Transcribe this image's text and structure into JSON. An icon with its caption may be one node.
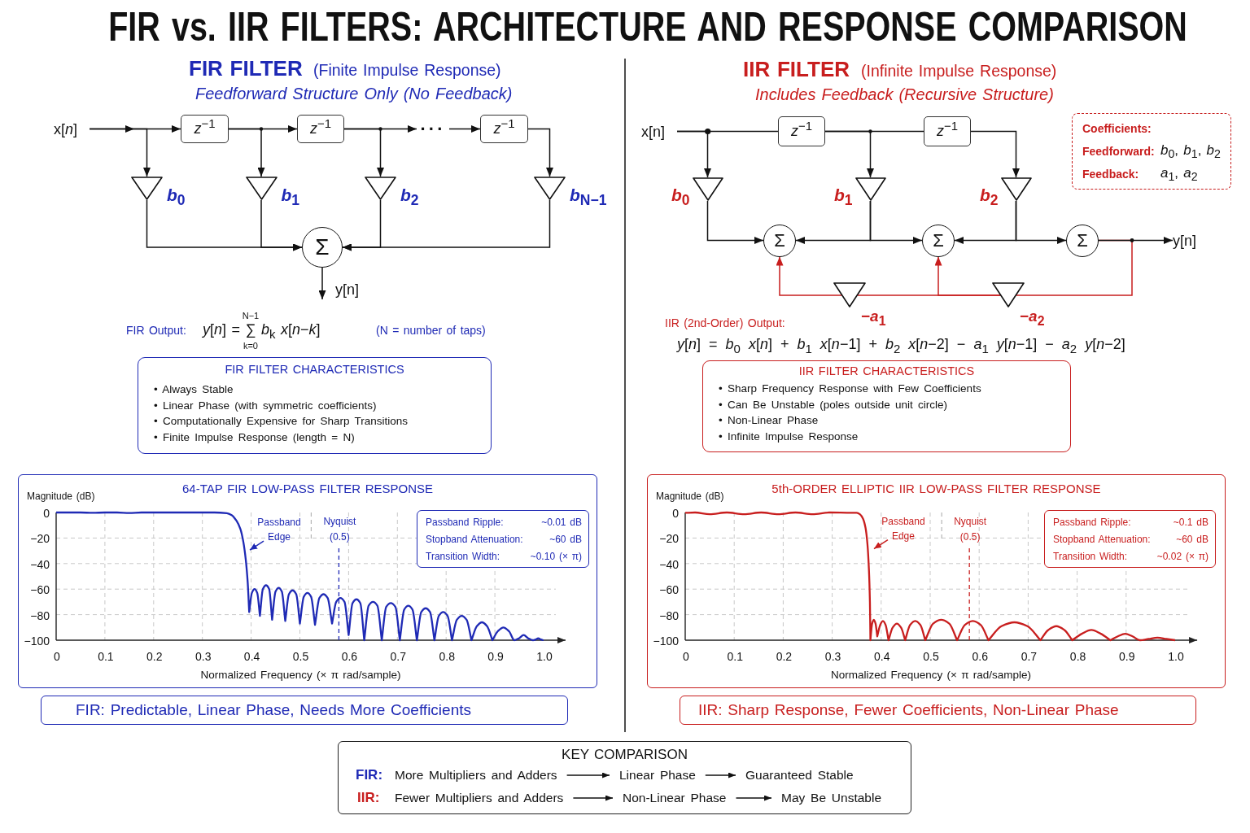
{
  "diagram": {
    "title": "FIR vs. IIR FILTERS: ARCHITECTURE AND RESPONSE COMPARISON",
    "nodes": [
      {
        "text": [
          "x[*n*]"
        ]
      },
      {
        "text": [
          "*z*$^{−1}$"
        ]
      },
      {
        "text": [
          "*z*$^{−1}$"
        ]
      },
      {
        "text": [
          "···"
        ]
      },
      {
        "text": [
          "*z*$^{−1}$"
        ]
      },
      {
        "text": [],
        "shape": "triangle",
        "beside": [
          "*b*$_{0}$"
        ]
      },
      {
        "text": [],
        "shape": "triangle",
        "beside": [
          "*b*$_{1}$"
        ]
      },
      {
        "text": [],
        "shape": "triangle",
        "beside": [
          "*b*$_{2}$"
        ]
      },
      {
        "text": [],
        "shape": "triangle",
        "beside": [
          "*b*$_{N−1}$"
        ]
      },
      {
        "text": [
          "Σ"
        ]
      },
      {
        "text": [
          "y[n]"
        ]
      },
      {
        "text": [
          "FIR FILTER CHARACTERISTICS",
          "• Always Stable",
          "• Linear Phase (with symmetric coefficients)",
          "• Computationally Expensive for Sharp Transitions",
          "• Finite Impulse Response (length = N)"
        ]
      },
      {
        "text": [
          "Passband Ripple:",
          "~0.01 dB",
          "Stopband Attenuation:",
          "~60 dB",
          "Transition Width:",
          "~0.10 (× π)"
        ]
      },
      {
        "text": [
          "FIR: Predictable, Linear Phase, Needs More Coefficients"
        ]
      },
      {
        "text": [
          "x[n]"
        ]
      },
      {
        "text": [
          "*z*$^{−1}$"
        ]
      },
      {
        "text": [
          "*z*$^{−1}$"
        ]
      },
      {
        "text": [
          "Coefficients:",
          "Feedforward:",
          "*b*$_{0}$, *b*$_{1}$, *b*$_{2}$",
          "Feedback:",
          "*a*$_{1}$, *a*$_{2}$"
        ]
      },
      {
        "text": [],
        "shape": "triangle",
        "beside": [
          "*b*$_{0}$"
        ]
      },
      {
        "text": [],
        "shape": "triangle",
        "beside": [
          "*b*$_{1}$"
        ]
      },
      {
        "text": [],
        "shape": "triangle",
        "beside": [
          "*b*$_{2}$"
        ]
      },
      {
        "text": [
          "Σ"
        ]
      },
      {
        "text": [
          "Σ"
        ]
      },
      {
        "text": [
          "Σ"
        ]
      },
      {
        "text": [
          "y[n]"
        ]
      },
      {
        "text": [],
        "shape": "triangle",
        "beside": [
          "−*a*$_{1}$"
        ]
      },
      {
        "text": [],
        "shape": "triangle",
        "beside": [
          "−*a*$_{2}$"
        ]
      },
      {
        "text": [
          "IIR FILTER CHARACTERISTICS",
          "• Sharp Frequency Response with Few Coefficients",
          "• Can Be Unstable (poles outside unit circle)",
          "• Non-Linear Phase",
          "• Infinite Impulse Response"
        ]
      },
      {
        "text": [
          "Passband Ripple:",
          "~0.1 dB",
          "Stopband Attenuation:",
          "~60 dB",
          "Transition Width:",
          "~0.02 (× π)"
        ]
      },
      {
        "text": [
          "IIR: Sharp Response, Fewer Coefficients, Non-Linear Phase"
        ]
      },
      {
        "text": [
          "KEY COMPARISON",
          "FIR:",
          "IIR:"
        ]
      },
      {
        "text": [
          "More Multipliers and Adders"
        ],
        "in": 30
      },
      {
        "text": [
          "Linear Phase"
        ],
        "in": 30
      },
      {
        "text": [
          "Guaranteed Stable"
        ],
        "in": 30
      },
      {
        "text": [
          "Fewer Multipliers and Adders"
        ],
        "in": 30
      },
      {
        "text": [
          "Non-Linear Phase"
        ],
        "in": 30
      },
      {
        "text": [
          "May Be Unstable"
        ],
        "in": 30
      }
    ],
    "edges": [
      {
        "from": 0,
        "to": 1,
        "arrow": "to"
      },
      {
        "from": 0,
        "to": 5,
        "arrow": "to"
      },
      {
        "from": 1,
        "to": 2,
        "arrow": "to"
      },
      {
        "from": 1,
        "to": 6,
        "arrow": "to"
      },
      {
        "from": 2,
        "to": 3,
        "arrow": "to"
      },
      {
        "from": 2,
        "to": 7,
        "arrow": "to"
      },
      {
        "from": 3,
        "to": 4,
        "arrow": "to"
      },
      {
        "from": 4,
        "to": 8,
        "arrow": "to"
      },
      {
        "from": 5,
        "to": 9,
        "arrow": "to"
      },
      {
        "from": 6,
        "to": 9,
        "arrow": "to"
      },
      {
        "from": 7,
        "to": 9,
        "arrow": "to"
      },
      {
        "from": 8,
        "to": 9,
        "arrow": "to"
      },
      {
        "from": 9,
        "to": 10,
        "arrow": "to"
      },
      {
        "from": 14,
        "to": 15,
        "arrow": "none"
      },
      {
        "from": 14,
        "to": 18,
        "arrow": "to"
      },
      {
        "from": 15,
        "to": 16,
        "arrow": "none"
      },
      {
        "from": 15,
        "to": 19,
        "arrow": "to"
      },
      {
        "from": 16,
        "to": 20,
        "arrow": "to"
      },
      {
        "from": 18,
        "to": 21,
        "arrow": "to"
      },
      {
        "from": 19,
        "to": 21,
        "arrow": "to"
      },
      {
        "from": 19,
        "to": 22,
        "arrow": "to"
      },
      {
        "from": 20,
        "to": 22,
        "arrow": "to"
      },
      {
        "from": 20,
        "to": 23,
        "arrow": "to"
      },
      {
        "from": 23,
        "to": 24,
        "arrow": "to"
      },
      {
        "from": 23,
        "to": 26,
        "arrow": "none",
        "color": "#c81e1e"
      },
      {
        "from": 26,
        "to": 22,
        "arrow": "to",
        "color": "#c81e1e"
      },
      {
        "from": 26,
        "to": 25,
        "arrow": "none",
        "color": "#c81e1e"
      },
      {
        "from": 25,
        "to": 21,
        "arrow": "to",
        "color": "#c81e1e"
      },
      {
        "from": 31,
        "to": 32,
        "arrow": "to"
      },
      {
        "from": 32,
        "to": 33,
        "arrow": "to"
      },
      {
        "from": 34,
        "to": 35,
        "arrow": "to"
      },
      {
        "from": 35,
        "to": 36,
        "arrow": "to"
      }
    ],
    "labels": [
      "FIR FILTER",
      "(Finite Impulse Response)",
      "Feedforward Structure Only (No Feedback)",
      "FIR Output:",
      "*y*[*n*] = ∑$^{N−1}$$_{k=0}$ *b*$_{k}$ *x*[*n*−*k*]",
      "(N = number of taps)",
      "IIR FILTER",
      "(Infinite Impulse Response)",
      "Includes Feedback (Recursive Structure)",
      "IIR (2nd-Order) Output:",
      "*y*[*n*] = *b*$_{0}$ *x*[*n*] + *b*$_{1}$ *x*[*n*−1] + *b*$_{2}$ *x*[*n*−2] − *a*$_{1}$ *y*[*n*−1] − *a*$_{2}$ *y*[*n*−2]"
    ],
    "chart_data": [
      {
        "type": "line",
        "title": "64-TAP FIR LOW-PASS FILTER RESPONSE",
        "xlabel": "Normalized Frequency (× π rad/sample)",
        "ylabel": "Magnitude (dB)",
        "grid": true,
        "xlim": [
          0,
          1.045
        ],
        "ylim": [
          -100,
          0
        ],
        "xticks": [
          0,
          0.1,
          0.2,
          0.3,
          0.4,
          0.5,
          0.6,
          0.7,
          0.8,
          0.9,
          {
            "value": 1,
            "label": "1.0"
          }
        ],
        "yticks": [
          0,
          {
            "value": -20,
            "label": "−20"
          },
          {
            "value": -40,
            "label": "−40"
          },
          {
            "value": -60,
            "label": "−60"
          },
          {
            "value": -80,
            "label": "−80"
          },
          {
            "value": -100,
            "label": "−100"
          }
        ],
        "x": [
          0,
          0.025,
          0.05,
          0.075,
          0.1,
          0.125,
          0.15,
          0.175,
          0.2,
          0.225,
          0.25,
          0.275,
          0.3,
          0.325,
          0.35,
          0.36,
          0.37,
          0.378,
          0.384,
          0.389,
          0.393,
          0.396,
          0.4015,
          0.407,
          0.4125,
          0.418,
          0.424,
          0.4305,
          0.437,
          0.443,
          0.45,
          0.4565,
          0.463,
          0.47,
          0.4775,
          0.485,
          0.4925,
          0.5,
          0.508,
          0.5155,
          0.523,
          0.531,
          0.54,
          0.5485,
          0.557,
          0.566,
          0.5745,
          0.583,
          0.5915,
          0.6,
          0.608,
          0.616,
          0.624,
          0.632,
          0.641,
          0.65,
          0.659,
          0.668,
          0.677,
          0.6865,
          0.696,
          0.705,
          0.714,
          0.7225,
          0.731,
          0.74,
          0.749,
          0.758,
          0.767,
          0.776,
          0.785,
          0.794,
          0.803,
          0.812,
          0.822,
          0.832,
          0.842,
          0.852,
          0.863,
          0.8735,
          0.884,
          0.895,
          0.906,
          0.9175,
          0.929,
          0.94,
          0.9495,
          0.959,
          0.9685,
          0.978,
          0.9835,
          0.989,
          0.9945,
          1
        ],
        "series": [
          {
            "color": "#1f2ab5",
            "values": [
              0,
              0,
              0,
              -0.3,
              0,
              0,
              -0.4,
              0,
              0,
              0,
              0,
              0,
              0,
              0,
              -0.5,
              -2,
              -6.5,
              -13,
              -23,
              -37,
              -55,
              -78,
              -63,
              -60,
              -63,
              -81,
              -60,
              -57,
              -60,
              -84,
              -62,
              -59,
              -62,
              -85,
              -64,
              -61,
              -64,
              -87,
              -66,
              -63,
              -66,
              -88,
              -67,
              -64,
              -67,
              -87,
              -70,
              -67,
              -70,
              -96,
              -71,
              -68,
              -71,
              -100,
              -73,
              -70,
              -73,
              -100,
              -74,
              -71,
              -74,
              -100,
              -76,
              -73,
              -76,
              -100,
              -78,
              -75,
              -78,
              -100,
              -81,
              -78,
              -81,
              -100,
              -84,
              -81,
              -84,
              -100,
              -89,
              -86,
              -89,
              -100,
              -93,
              -90,
              -93,
              -100,
              -98.5,
              -96,
              -98.5,
              -100,
              -99.5,
              -98.5,
              -99.5,
              -100
            ]
          }
        ],
        "annotations": [
          {
            "text": "Passband Edge",
            "x": 0.394,
            "y": -30
          }
        ],
        "ref_lines": [
          {
            "axis": "x",
            "value": 0.58,
            "label": "Nyquist (0.5)"
          }
        ]
      },
      {
        "type": "line",
        "title": "5th-ORDER ELLIPTIC IIR LOW-PASS FILTER RESPONSE",
        "xlabel": "Normalized Frequency (× π rad/sample)",
        "ylabel": "Magnitude (dB)",
        "grid": true,
        "xlim": [
          0,
          1.045
        ],
        "ylim": [
          -100,
          0
        ],
        "xticks": [
          0,
          0.1,
          0.2,
          0.3,
          0.4,
          0.5,
          0.6,
          0.7,
          0.8,
          0.9,
          {
            "value": 1,
            "label": "1.0"
          }
        ],
        "yticks": [
          0,
          {
            "value": -20,
            "label": "−20"
          },
          {
            "value": -40,
            "label": "−40"
          },
          {
            "value": -60,
            "label": "−60"
          },
          {
            "value": -80,
            "label": "−80"
          },
          {
            "value": -100,
            "label": "−100"
          }
        ],
        "x": [
          0,
          0.02,
          0.05,
          0.085,
          0.12,
          0.155,
          0.19,
          0.225,
          0.26,
          0.295,
          0.33,
          0.35,
          0.357,
          0.363,
          0.368,
          0.372,
          0.375,
          0.377,
          0.378,
          0.3815,
          0.385,
          0.3885,
          0.392,
          0.398,
          0.4035,
          0.409,
          0.415,
          0.4235,
          0.432,
          0.4405,
          0.449,
          0.459,
          0.4695,
          0.48,
          0.49,
          0.506,
          0.5225,
          0.539,
          0.555,
          0.571,
          0.587,
          0.603,
          0.619,
          0.6455,
          0.672,
          0.6985,
          0.725,
          0.741,
          0.7575,
          0.774,
          0.79,
          0.8095,
          0.829,
          0.8485,
          0.868,
          0.883,
          0.898,
          0.913,
          0.928,
          0.946,
          0.964,
          0.982,
          1
        ],
        "series": [
          {
            "color": "#c81e1e",
            "values": [
              -0.3,
              0,
              -1.3,
              0,
              -1.3,
              0,
              -1.3,
              0,
              -1.3,
              0,
              -0.2,
              -0.3,
              -1.5,
              -5,
              -12,
              -25,
              -45,
              -70,
              -100,
              -87,
              -84,
              -87,
              -97,
              -88,
              -85,
              -88,
              -100,
              -90,
              -87,
              -90,
              -100,
              -88,
              -85,
              -88,
              -100,
              -87,
              -84,
              -87,
              -100,
              -88,
              -85,
              -88,
              -100,
              -89,
              -86,
              -89,
              -100,
              -92,
              -89,
              -92,
              -100,
              -95,
              -92,
              -95,
              -100,
              -97,
              -95,
              -97,
              -100,
              -99,
              -98,
              -99,
              -100
            ]
          }
        ],
        "annotations": [
          {
            "text": "Passband Edge",
            "x": 0.382,
            "y": -29
          }
        ],
        "ref_lines": [
          {
            "axis": "x",
            "value": 0.58,
            "label": "Nyquist (0.5)"
          }
        ]
      }
    ]
  }
}
